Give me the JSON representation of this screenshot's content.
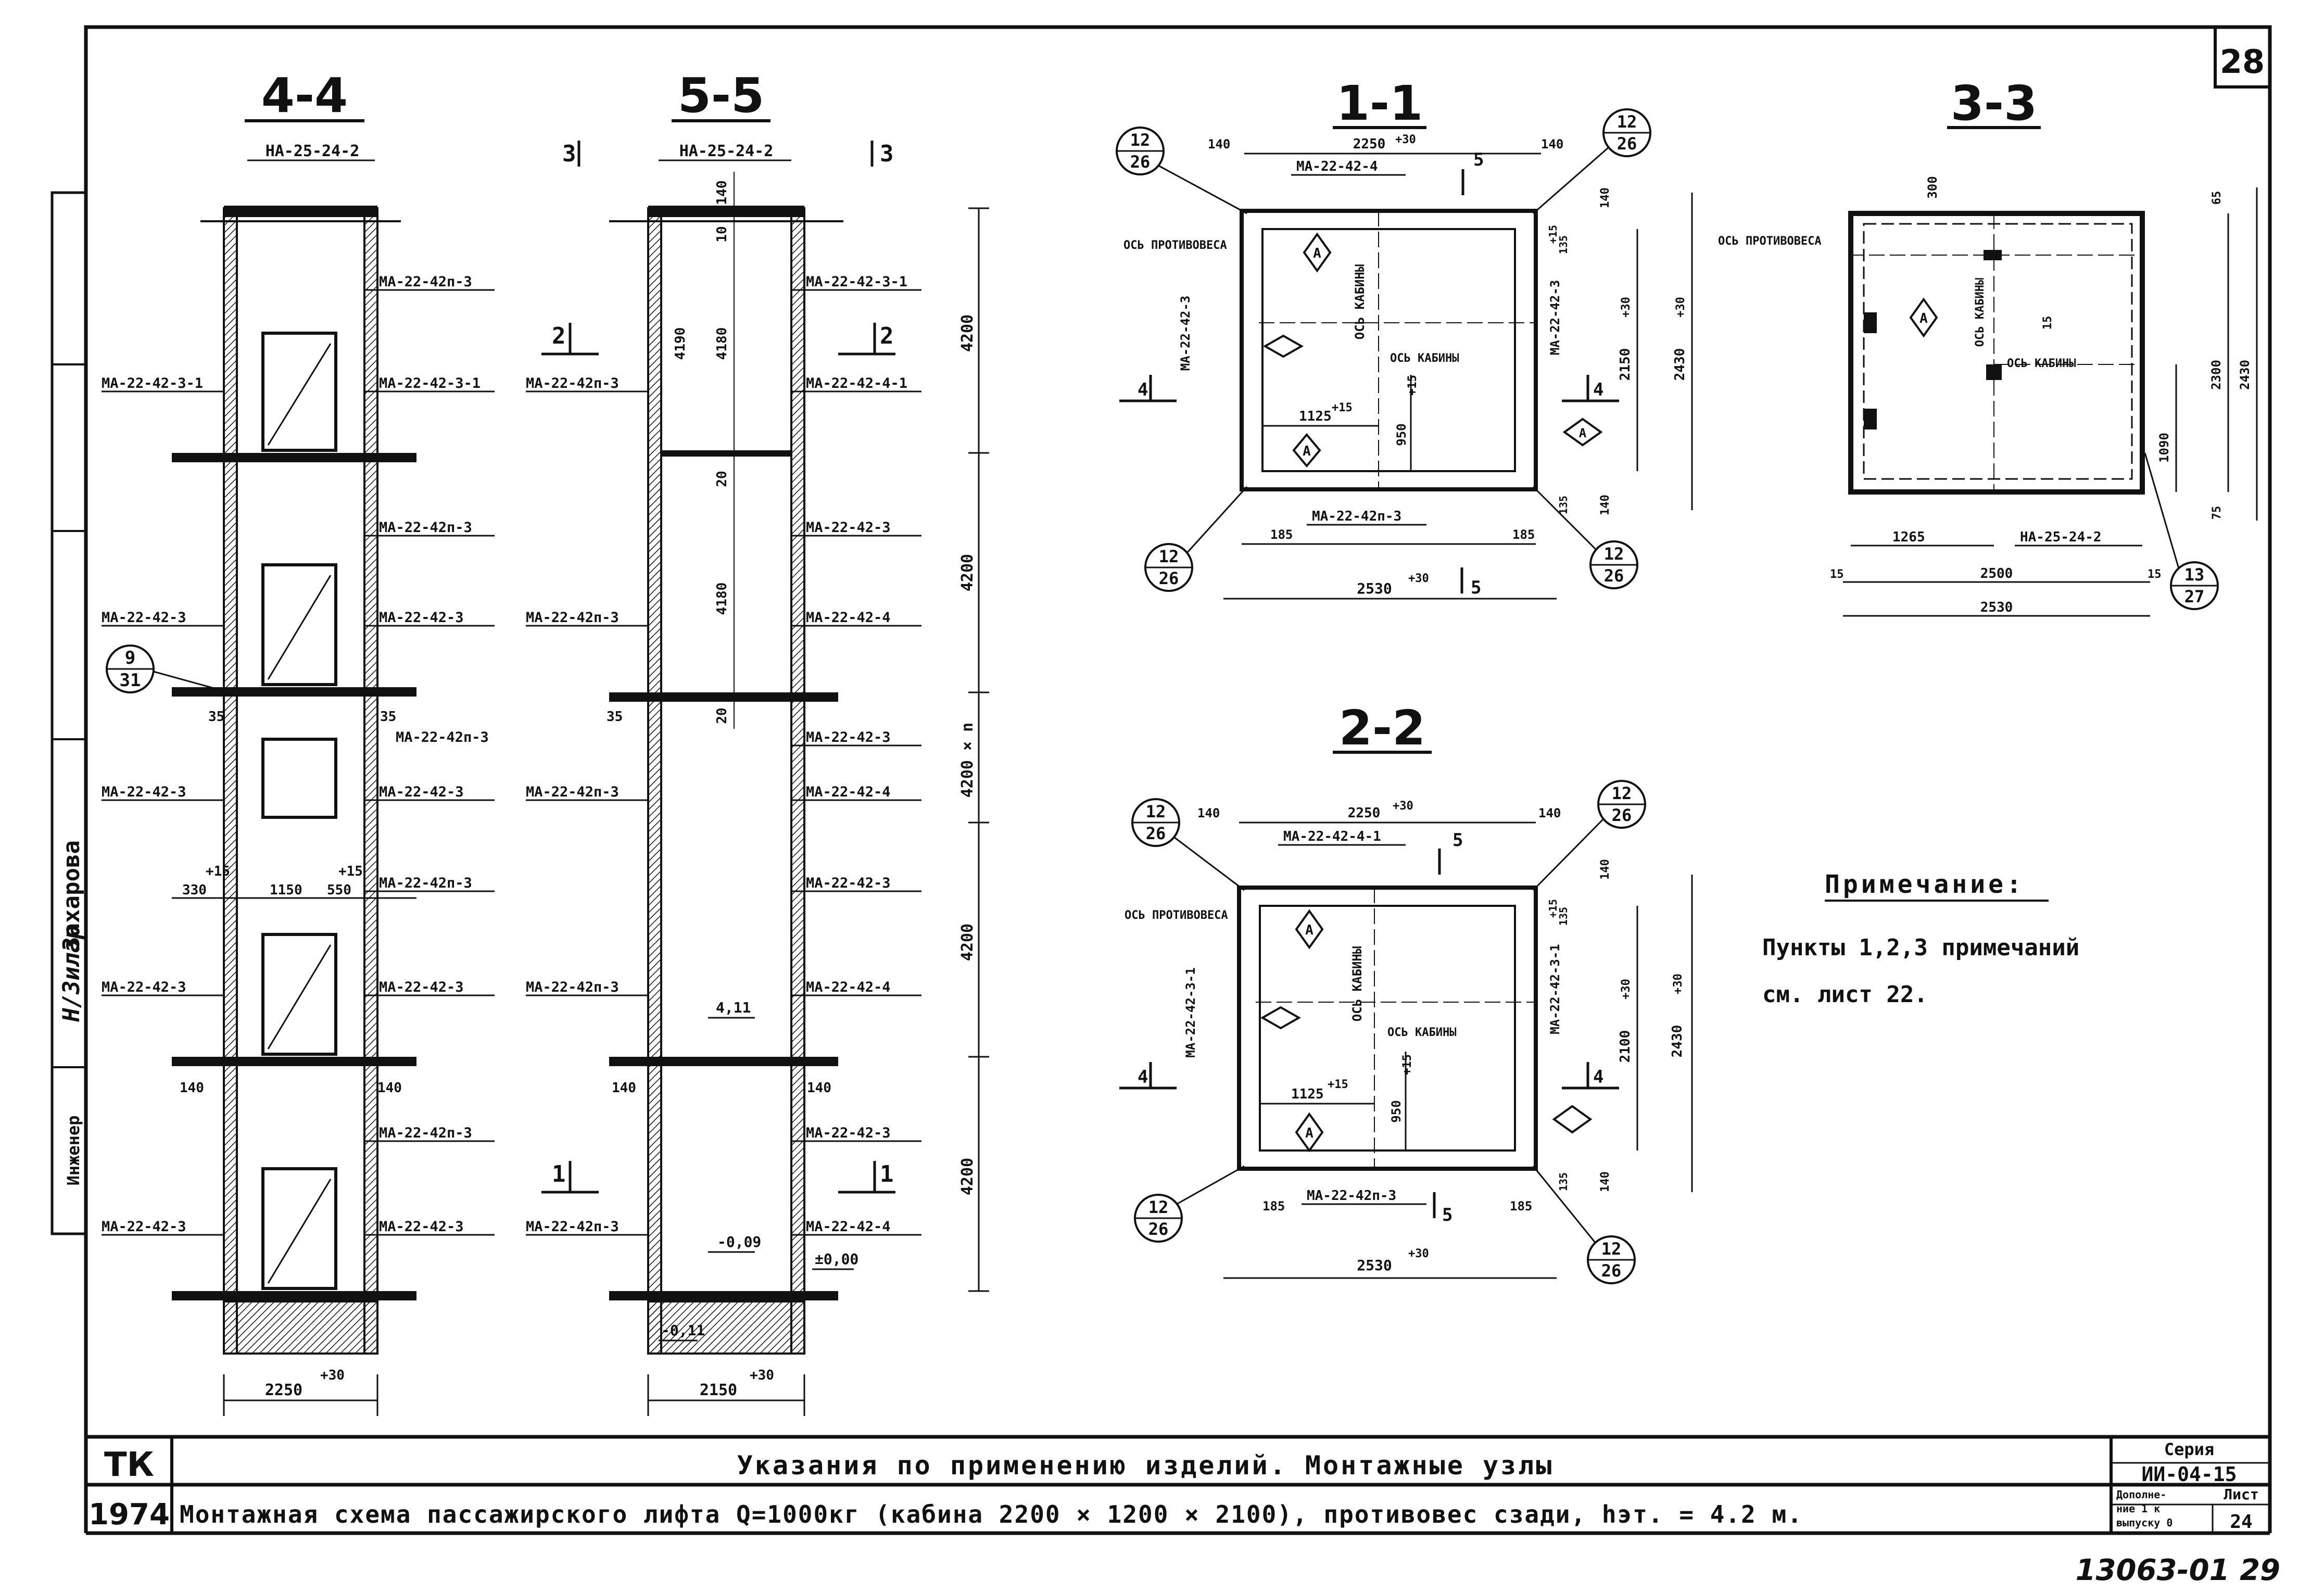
{
  "sheet_number": "28",
  "stamp_number": "13063-01 29",
  "side_stamp": {
    "signature": "Н/Зилар",
    "surname": "Захарова",
    "role": "Инженер"
  },
  "sections": {
    "s44": {
      "title": "4-4",
      "top": "НА-25-24-2",
      "left": [
        "МА-22-42-3-1",
        "МА-22-42-3",
        "МА-22-42-3",
        "МА-22-42-3",
        "МА-22-42-3"
      ],
      "right": [
        "МА-22-42п-3",
        "МА-22-42-3-1",
        "МА-22-42п-3",
        "МА-22-42-3",
        "МА-22-42п-3",
        "МА-22-42-3",
        "МА-22-42п-3",
        "МА-22-42-3",
        "МА-22-42п-3",
        "МА-22-42-3"
      ],
      "callout": {
        "num": "9",
        "den": "31"
      },
      "dims": {
        "d1": "330",
        "d2": "1150",
        "d3": "550",
        "d4": "35",
        "d5": "35",
        "d6": "140",
        "d7": "140",
        "p1": "+15",
        "p2": "+15"
      },
      "bottom": "2250",
      "bottom_tol": "+30"
    },
    "s55": {
      "title": "5-5",
      "cut3": "3",
      "cut2": "2",
      "cut1": "1",
      "top": "НА-25-24-2",
      "left": [
        "МА-22-42п-3",
        "МА-22-42п-3",
        "МА-22-42п-3",
        "МА-22-42п-3",
        "МА-22-42п-3"
      ],
      "right": [
        "МА-22-42-3-1",
        "МА-22-42-4-1",
        "МА-22-42-3",
        "МА-22-42-4",
        "МА-22-42-3",
        "МА-22-42-4",
        "МА-22-42-3",
        "МА-22-42-4",
        "МА-22-42-3",
        "МА-22-42-4"
      ],
      "vdims": [
        "140",
        "10",
        "4190",
        "4180",
        "20",
        "4180",
        "20"
      ],
      "levels": {
        "a": "4,11",
        "b": "-0,09",
        "c": "±0,00",
        "d": "-0,11"
      },
      "heights": [
        "4200",
        "4200",
        "4200 × n",
        "4200",
        "4200"
      ],
      "small": {
        "a": "35",
        "b": "140",
        "c": "140"
      },
      "bottom": "2150",
      "bottom_tol": "+30"
    },
    "s11": {
      "title": "1-1",
      "top_dim": "2250",
      "top_tol": "+30",
      "left140": "140",
      "right140": "140",
      "top_label": "МА-22-42-4",
      "cut5": "5",
      "cut4": "4",
      "axis_cw": "ОСЬ ПРОТИВОВЕСА",
      "axis_cabin": "ОСЬ КАБИНЫ",
      "axis_cabin2": "ОСЬ КАБИНЫ",
      "left_label": "МА-22-42-3",
      "right_label": "МА-22-42-3",
      "mark": "А",
      "inner_h": "1125",
      "inner_h_tol": "+15",
      "inner_v": "950",
      "inner_v_tol": "+15",
      "bot_label": "МА-22-42п-3",
      "dim185a": "185",
      "dim185b": "185",
      "bottom": "2530",
      "bottom_tol": "+30",
      "right_v1": "2150",
      "right_v1_tol": "+30",
      "right_v2": "2430",
      "right_v2_tol": "+30",
      "rdim140a": "140",
      "rdim140b": "140",
      "rdim135a": "135",
      "rdim135b": "135",
      "rdim15": "+15",
      "callouts": [
        {
          "num": "12",
          "den": "26"
        },
        {
          "num": "12",
          "den": "26"
        },
        {
          "num": "12",
          "den": "26"
        },
        {
          "num": "12",
          "den": "26"
        }
      ]
    },
    "s33": {
      "title": "3-3",
      "axis_cw": "ОСЬ ПРОТИВОВЕСА",
      "axis_cabin": "ОСЬ КАБИНЫ",
      "axis_cabin2": "ОСЬ КАБИНЫ",
      "mark": "А",
      "top300": "300",
      "dim1265": "1265",
      "label": "НА-25-24-2",
      "dim2500": "2500",
      "dim2530": "2530",
      "dim15a": "15",
      "dim15b": "15",
      "dim15c": "15",
      "dim1090": "1090",
      "dim2300": "2300",
      "dim2430": "2430",
      "dim65": "65",
      "dim75": "75",
      "callout": {
        "num": "13",
        "den": "27"
      }
    },
    "s22": {
      "title": "2-2",
      "top_dim": "2250",
      "top_tol": "+30",
      "left140": "140",
      "right140": "140",
      "top_label": "МА-22-42-4-1",
      "cut5": "5",
      "cut4": "4",
      "axis_cw": "ОСЬ ПРОТИВОВЕСА",
      "axis_cabin": "ОСЬ КАБИНЫ",
      "axis_cabin2": "ОСЬ КАБИНЫ",
      "left_label": "МА-22-42-3-1",
      "right_label": "МА-22-42-3-1",
      "mark": "А",
      "inner_h": "1125",
      "inner_h_tol": "+15",
      "inner_v": "950",
      "inner_v_tol": "+15",
      "bot_label": "МА-22-42п-3",
      "dim185a": "185",
      "dim185b": "185",
      "bottom": "2530",
      "bottom_tol": "+30",
      "right_v1": "2100",
      "right_v1_tol": "+30",
      "right_v2": "2430",
      "right_v2_tol": "+30",
      "rdim140a": "140",
      "rdim140b": "140",
      "rdim135a": "135",
      "rdim135b": "135",
      "rdim15": "+15",
      "callouts": [
        {
          "num": "12",
          "den": "26"
        },
        {
          "num": "12",
          "den": "26"
        },
        {
          "num": "12",
          "den": "26"
        },
        {
          "num": "12",
          "den": "26"
        }
      ]
    }
  },
  "note": {
    "title": "Примечание:",
    "line1": "Пункты 1,2,3 примечаний",
    "line2": "см. лист 22."
  },
  "title_block": {
    "org": "ТК",
    "year": "1974",
    "title1": "Указания по применению изделий. Монтажные узлы",
    "title2": "Монтажная схема пассажирского лифта   Q=1000кг (кабина 2200 × 1200 × 2100), противовес сзади, hэт. = 4.2 м.",
    "series_label": "Серия",
    "series_value": "ИИ-04-15",
    "supplement": [
      "Дополне-",
      "ние 1 к",
      "выпуску 0"
    ],
    "sheet_label": "Лист",
    "sheet_value": "24"
  }
}
